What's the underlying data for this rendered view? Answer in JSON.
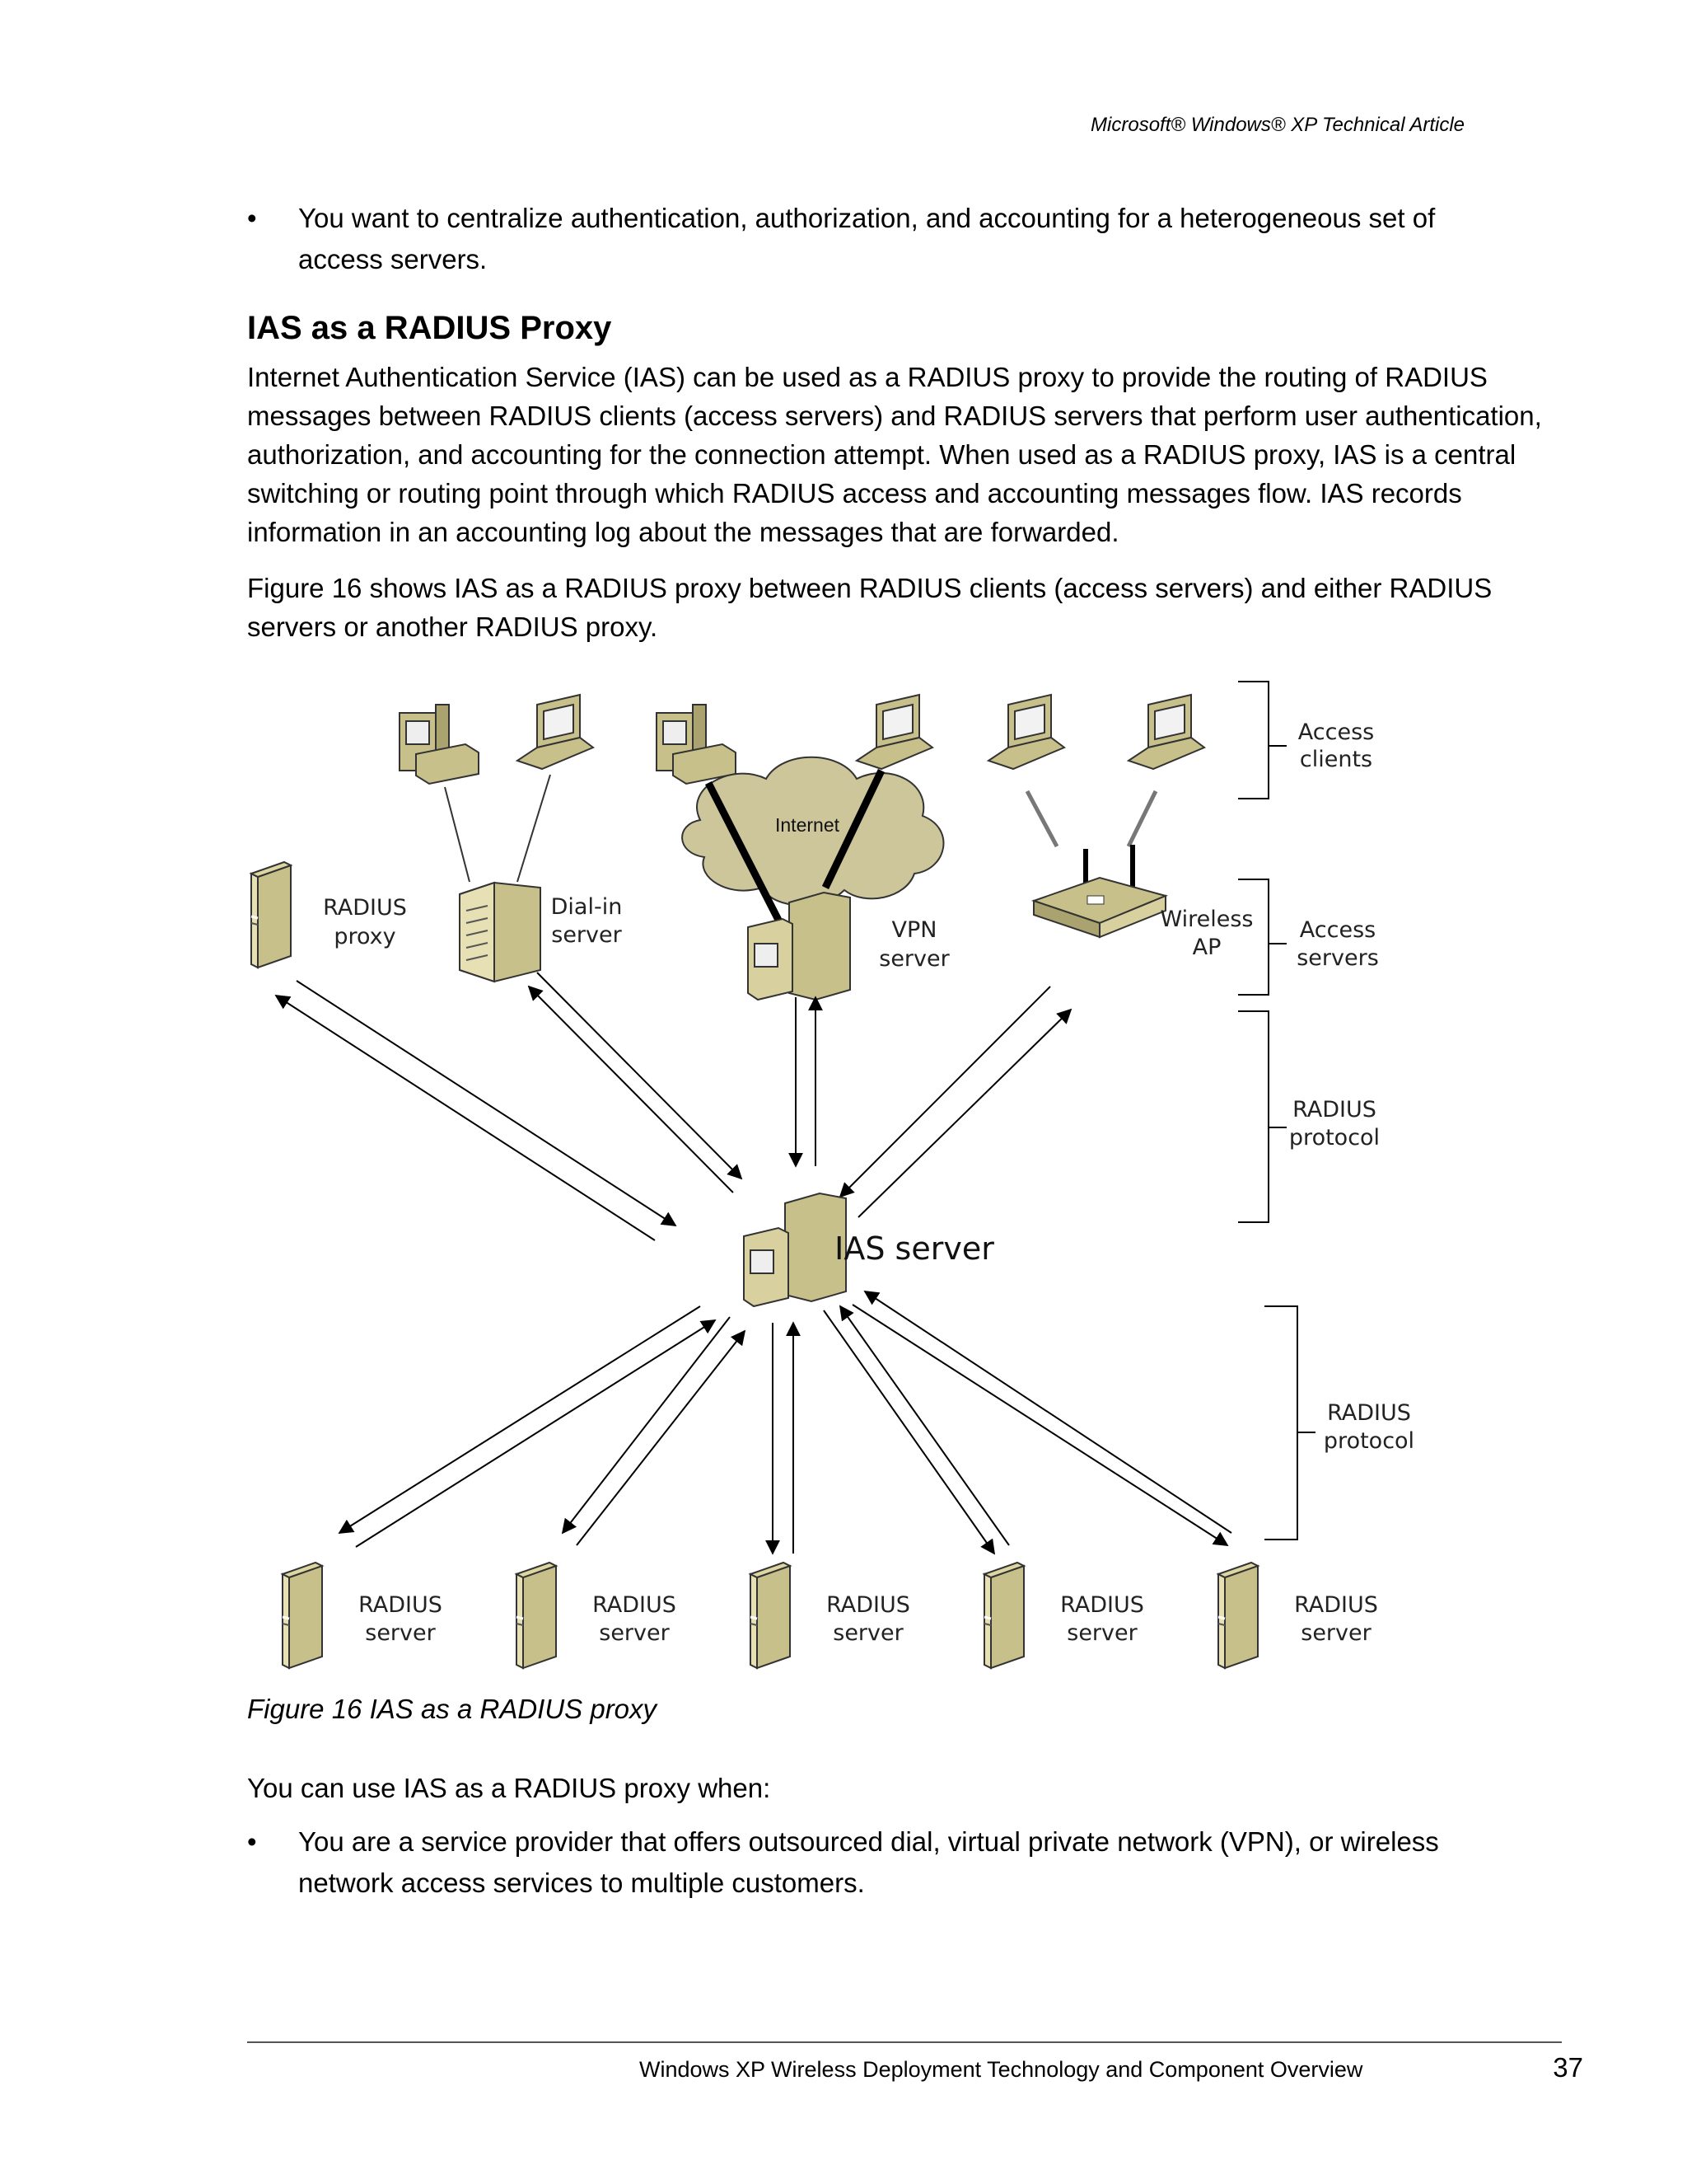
{
  "header": {
    "title": "Microsoft® Windows® XP Technical Article"
  },
  "bullets_top": [
    {
      "line1": "You want to centralize authentication, authorization, and accounting for a heterogeneous set of",
      "line2": "access servers."
    }
  ],
  "section": {
    "heading": "IAS as a RADIUS Proxy"
  },
  "paragraph1": {
    "lines": [
      "Internet Authentication Service (IAS) can be used as a RADIUS proxy to provide the routing of RADIUS",
      "messages between RADIUS clients (access servers) and RADIUS servers that perform user authentication,",
      "authorization, and accounting for the connection attempt. When used as a RADIUS proxy, IAS is a central",
      "switching or routing point through which RADIUS access and accounting messages flow. IAS records",
      "information in an accounting log about the messages that are forwarded."
    ]
  },
  "paragraph2": {
    "lines": [
      "Figure 16 shows IAS as a RADIUS proxy between RADIUS clients (access servers) and either RADIUS",
      "servers or another RADIUS proxy."
    ]
  },
  "diagram": {
    "internet_label": "Internet",
    "radius_proxy": [
      "RADIUS",
      "proxy"
    ],
    "dialin_server": [
      "Dial-in",
      "server"
    ],
    "vpn_server": [
      "VPN",
      "server"
    ],
    "wireless_ap": [
      "Wireless",
      "AP"
    ],
    "ias_server": "IAS server",
    "bracket_access_clients": [
      "Access",
      "clients"
    ],
    "bracket_access_servers": [
      "Access",
      "servers"
    ],
    "bracket_radius_protocol_top": [
      "RADIUS",
      "protocol"
    ],
    "bracket_radius_protocol_bottom": [
      "RADIUS",
      "protocol"
    ],
    "radius_servers": [
      [
        "RADIUS",
        "server"
      ],
      [
        "RADIUS",
        "server"
      ],
      [
        "RADIUS",
        "server"
      ],
      [
        "RADIUS",
        "server"
      ],
      [
        "RADIUS",
        "server"
      ]
    ],
    "device_color": "#c8c08a"
  },
  "figure_caption": "Figure 16   IAS as a RADIUS proxy",
  "paragraph3": "You can use IAS as a RADIUS proxy when:",
  "bullets_bottom": [
    {
      "line1": "You are a service provider that offers outsourced dial, virtual private network (VPN), or wireless",
      "line2": "network access services to multiple customers."
    }
  ],
  "footer": {
    "text": "Windows XP Wireless Deployment Technology and Component Overview",
    "page_number": "37"
  }
}
